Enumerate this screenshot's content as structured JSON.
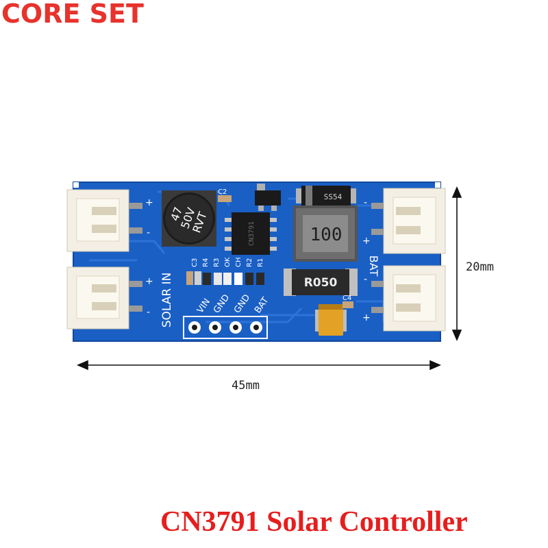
{
  "brand": "CORE SET",
  "caption": "CN3791 Solar Controller",
  "dimensions": {
    "width_label": "45mm",
    "height_label": "20mm"
  },
  "board": {
    "solar_label": "SOLAR IN",
    "bat_label": "BAT",
    "pin_labels": [
      "VIN",
      "GND",
      "GND",
      "BAT"
    ],
    "inductor_marking": "100",
    "resistor_marking": "R050",
    "capacitor_marking": [
      "47",
      "50V",
      "RVT"
    ],
    "diode_marking": "SS54",
    "chip_marking": "CN3791",
    "component_labels": [
      "C2",
      "C3",
      "R4",
      "R3",
      "OK",
      "CH",
      "R2",
      "R1",
      "C4"
    ],
    "polarity": {
      "plus": "+",
      "minus": "-"
    }
  },
  "colors": {
    "pcb": "#1a5fc4",
    "brand": "#e8322c",
    "caption": "#e61e1e"
  }
}
